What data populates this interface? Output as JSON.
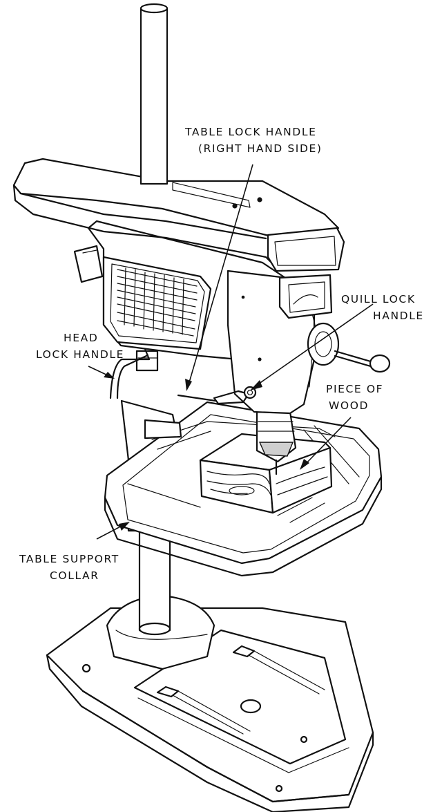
{
  "labels": {
    "table_lock_handle": [
      "TABLE LOCK HANDLE",
      "(RIGHT HAND SIDE)"
    ],
    "quill_lock_handle": [
      "QUILL LOCK",
      "HANDLE"
    ],
    "head_lock_handle": [
      "HEAD",
      "LOCK HANDLE"
    ],
    "piece_of_wood": [
      "PIECE OF",
      "WOOD"
    ],
    "table_support_collar": [
      "TABLE SUPPORT",
      "COLLAR"
    ]
  }
}
